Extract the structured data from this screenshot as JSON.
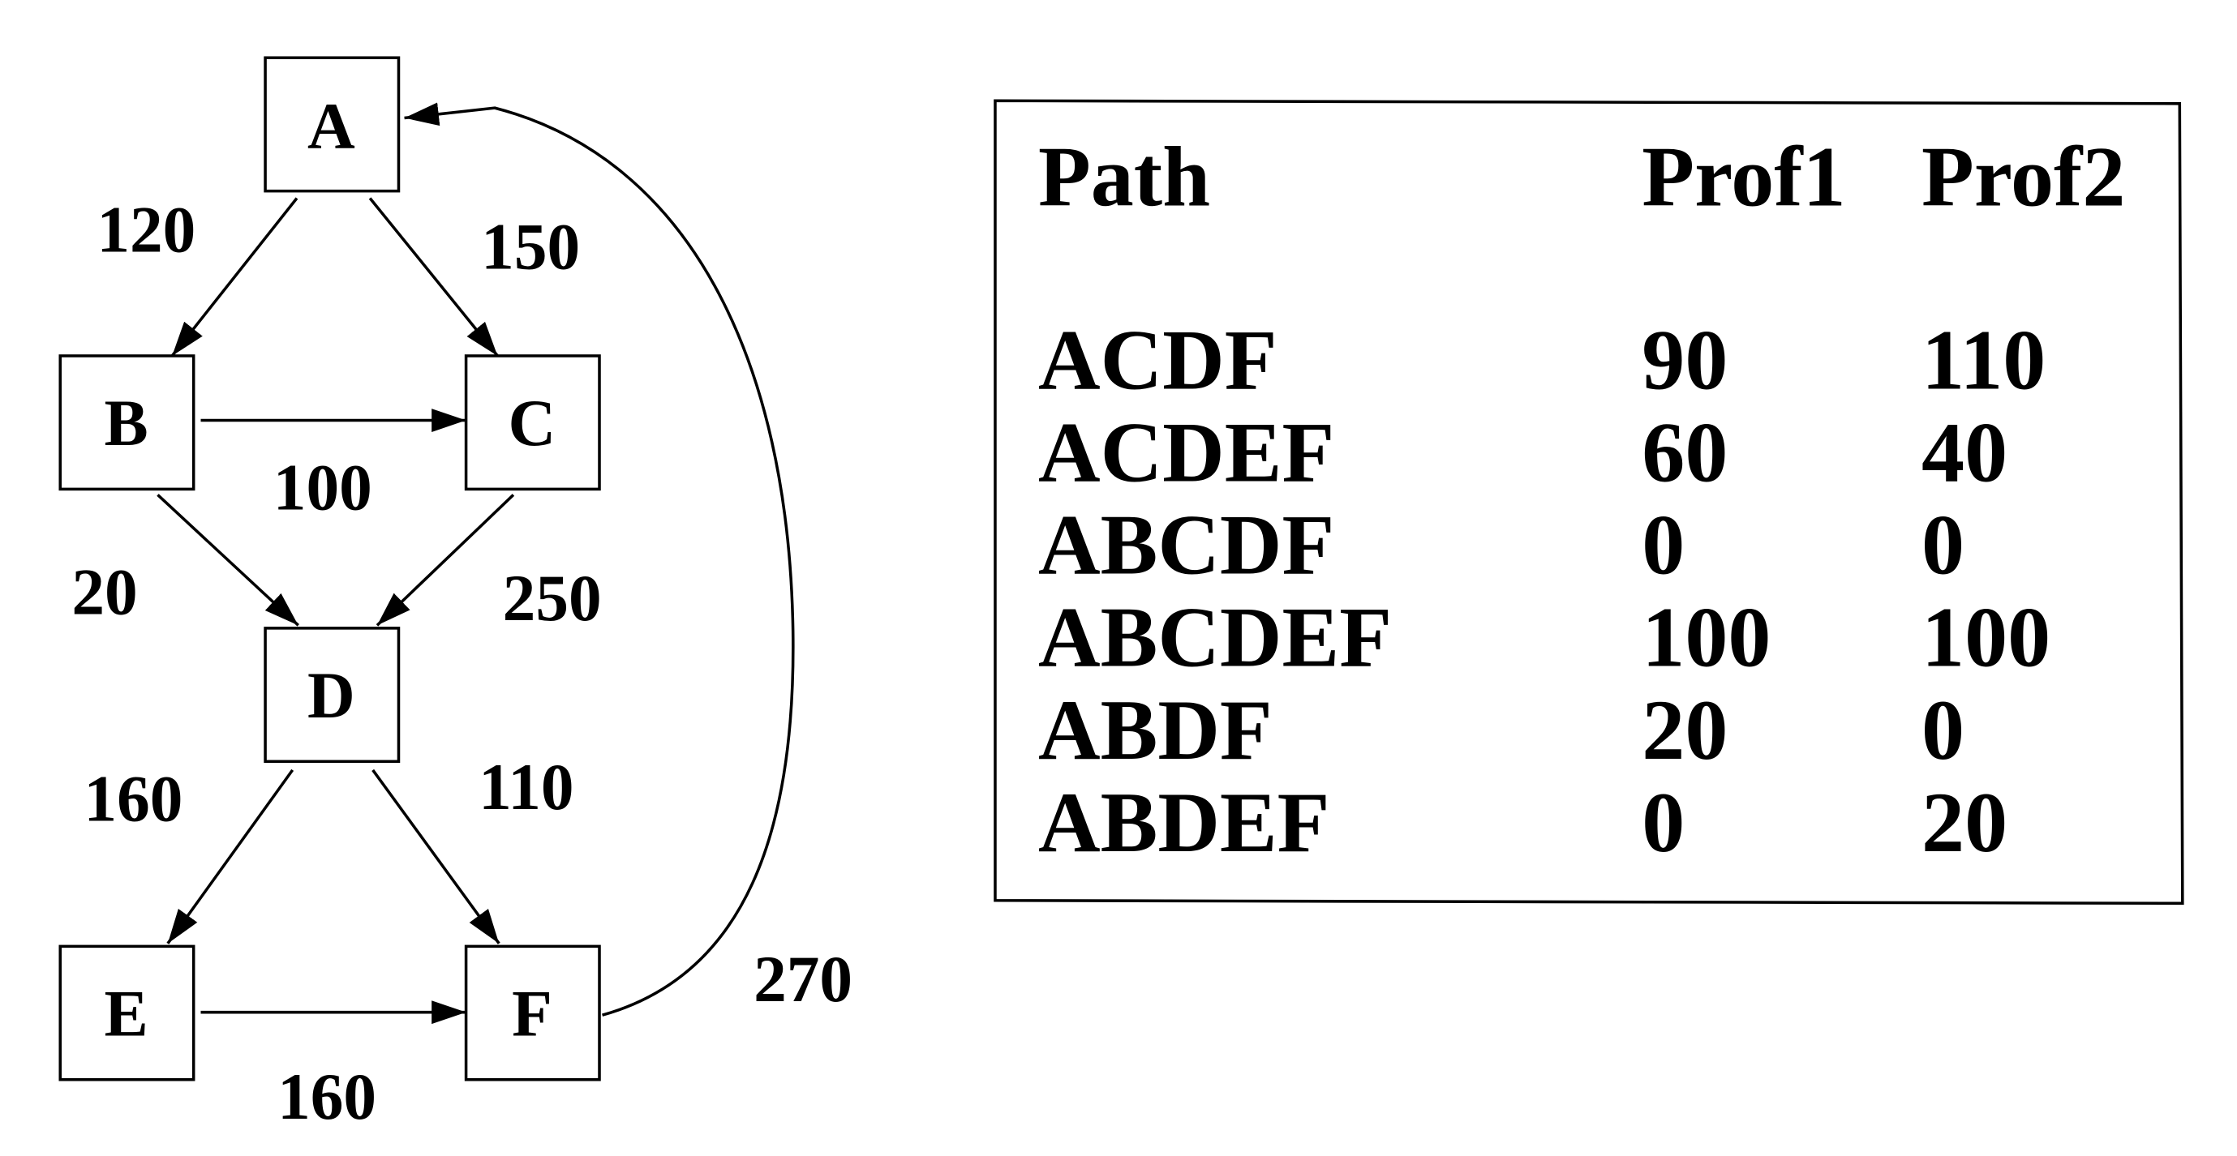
{
  "graph": {
    "nodes": {
      "A": "A",
      "B": "B",
      "C": "C",
      "D": "D",
      "E": "E",
      "F": "F"
    },
    "edges": {
      "AB": "120",
      "AC": "150",
      "BC": "100",
      "BD": "20",
      "CD": "250",
      "DE": "160",
      "DF": "110",
      "EF": "160",
      "FA": "270"
    }
  },
  "table": {
    "headers": [
      "Path",
      "Prof1",
      "Prof2"
    ],
    "rows": [
      [
        "ACDF",
        "90",
        "110"
      ],
      [
        "ACDEF",
        "60",
        "40"
      ],
      [
        "ABCDF",
        "0",
        "0"
      ],
      [
        "ABCDEF",
        "100",
        "100"
      ],
      [
        "ABDF",
        "20",
        "0"
      ],
      [
        "ABDEF",
        "0",
        "20"
      ]
    ]
  }
}
